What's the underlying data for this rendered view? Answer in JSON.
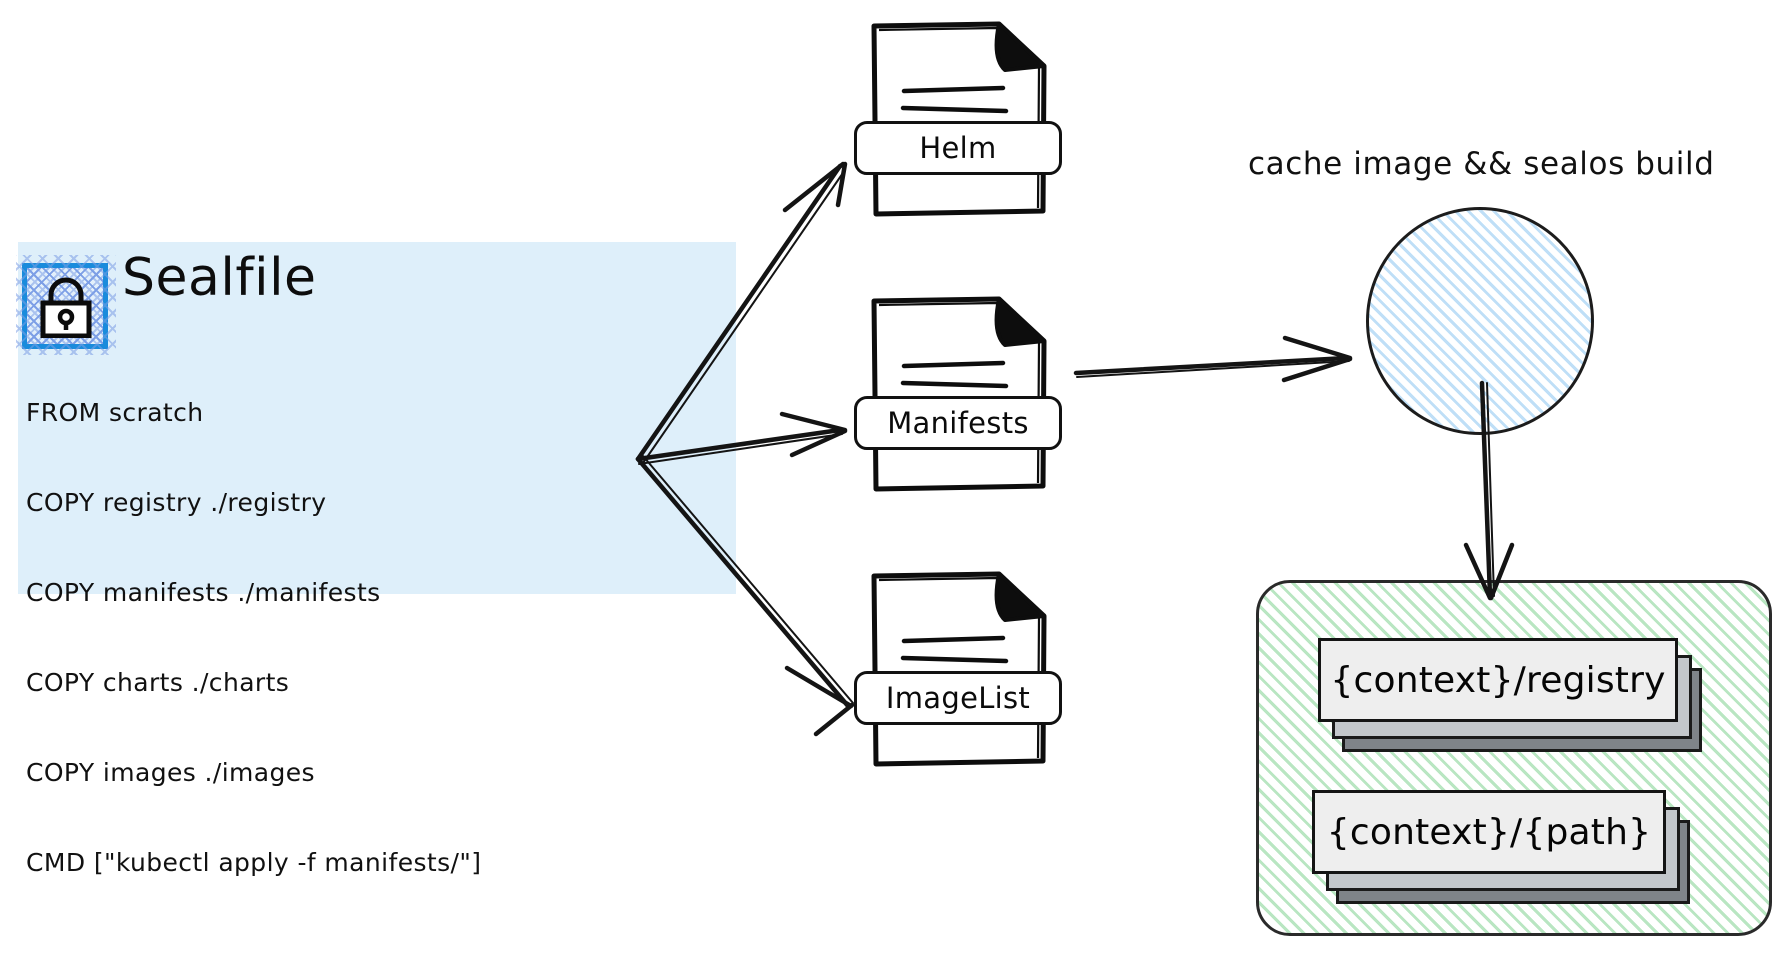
{
  "source_panel": {
    "icon": "lock-icon",
    "title": "Sealfile",
    "accent_color": "#1a8bdc",
    "background_color": "#deeffa",
    "code_lines": [
      "FROM scratch",
      "COPY registry ./registry",
      "COPY manifests ./manifests",
      "COPY charts ./charts",
      "COPY images ./images",
      "CMD [\"kubectl apply -f manifests/\"]"
    ]
  },
  "artifacts": [
    {
      "label": "Helm",
      "icon": "document-icon"
    },
    {
      "label": "Manifests",
      "icon": "document-icon"
    },
    {
      "label": "ImageList",
      "icon": "document-icon"
    }
  ],
  "build_stage": {
    "caption": "cache image && sealos build",
    "shape": "circle",
    "hatch_color": "#bfdff7"
  },
  "output_group": {
    "hatch_color": "#b9e6c2",
    "stacks": [
      {
        "label": "{context}/registry"
      },
      {
        "label": "{context}/{path}"
      }
    ]
  }
}
